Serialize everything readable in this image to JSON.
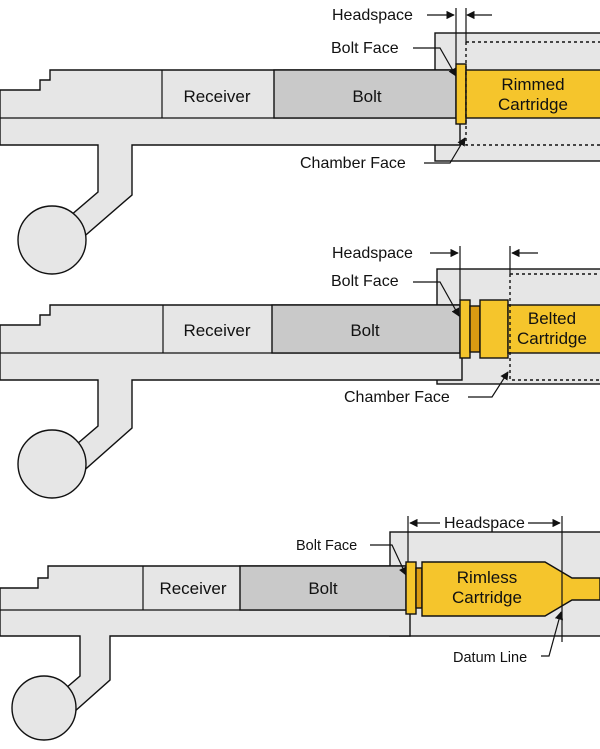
{
  "colors": {
    "receiver_fill": "#e6e6e6",
    "bolt_fill": "#c9c9c9",
    "cartridge_fill": "#f5c52c",
    "cartridge_dark": "#d99a12",
    "outline": "#111111"
  },
  "diagrams": [
    {
      "receiver": "Receiver",
      "bolt": "Bolt",
      "cartridge_line1": "Rimmed",
      "cartridge_line2": "Cartridge",
      "headspace": "Headspace",
      "bolt_face": "Bolt Face",
      "chamber_face": "Chamber Face"
    },
    {
      "receiver": "Receiver",
      "bolt": "Bolt",
      "cartridge_line1": "Belted",
      "cartridge_line2": "Cartridge",
      "headspace": "Headspace",
      "bolt_face": "Bolt Face",
      "chamber_face": "Chamber Face"
    },
    {
      "receiver": "Receiver",
      "bolt": "Bolt",
      "cartridge_line1": "Rimless",
      "cartridge_line2": "Cartridge",
      "headspace": "Headspace",
      "bolt_face": "Bolt Face",
      "datum_line": "Datum Line"
    }
  ]
}
